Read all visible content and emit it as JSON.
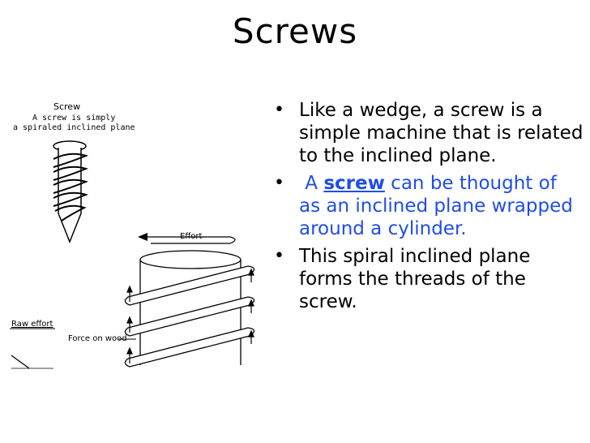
{
  "slide": {
    "title": "Screws",
    "bullets": [
      {
        "dot": "•",
        "text": "Like a wedge, a screw is a simple machine that is related to the inclined plane."
      },
      {
        "dot": "•",
        "before": " A ",
        "keyword": "screw",
        "after": " can be thought of as an inclined plane wrapped around a cylinder."
      },
      {
        "dot": "•",
        "text": "This spiral inclined plane forms the threads of the screw."
      }
    ]
  },
  "figure": {
    "screw_title": "Screw",
    "screw_caption_1": "A screw is simply",
    "screw_caption_2": "a spiraled inclined plane",
    "effort_label": "Effort",
    "raw_effort_label": "Raw effort",
    "force_label": "Force on wood"
  },
  "colors": {
    "accent": "#1f4de8"
  }
}
